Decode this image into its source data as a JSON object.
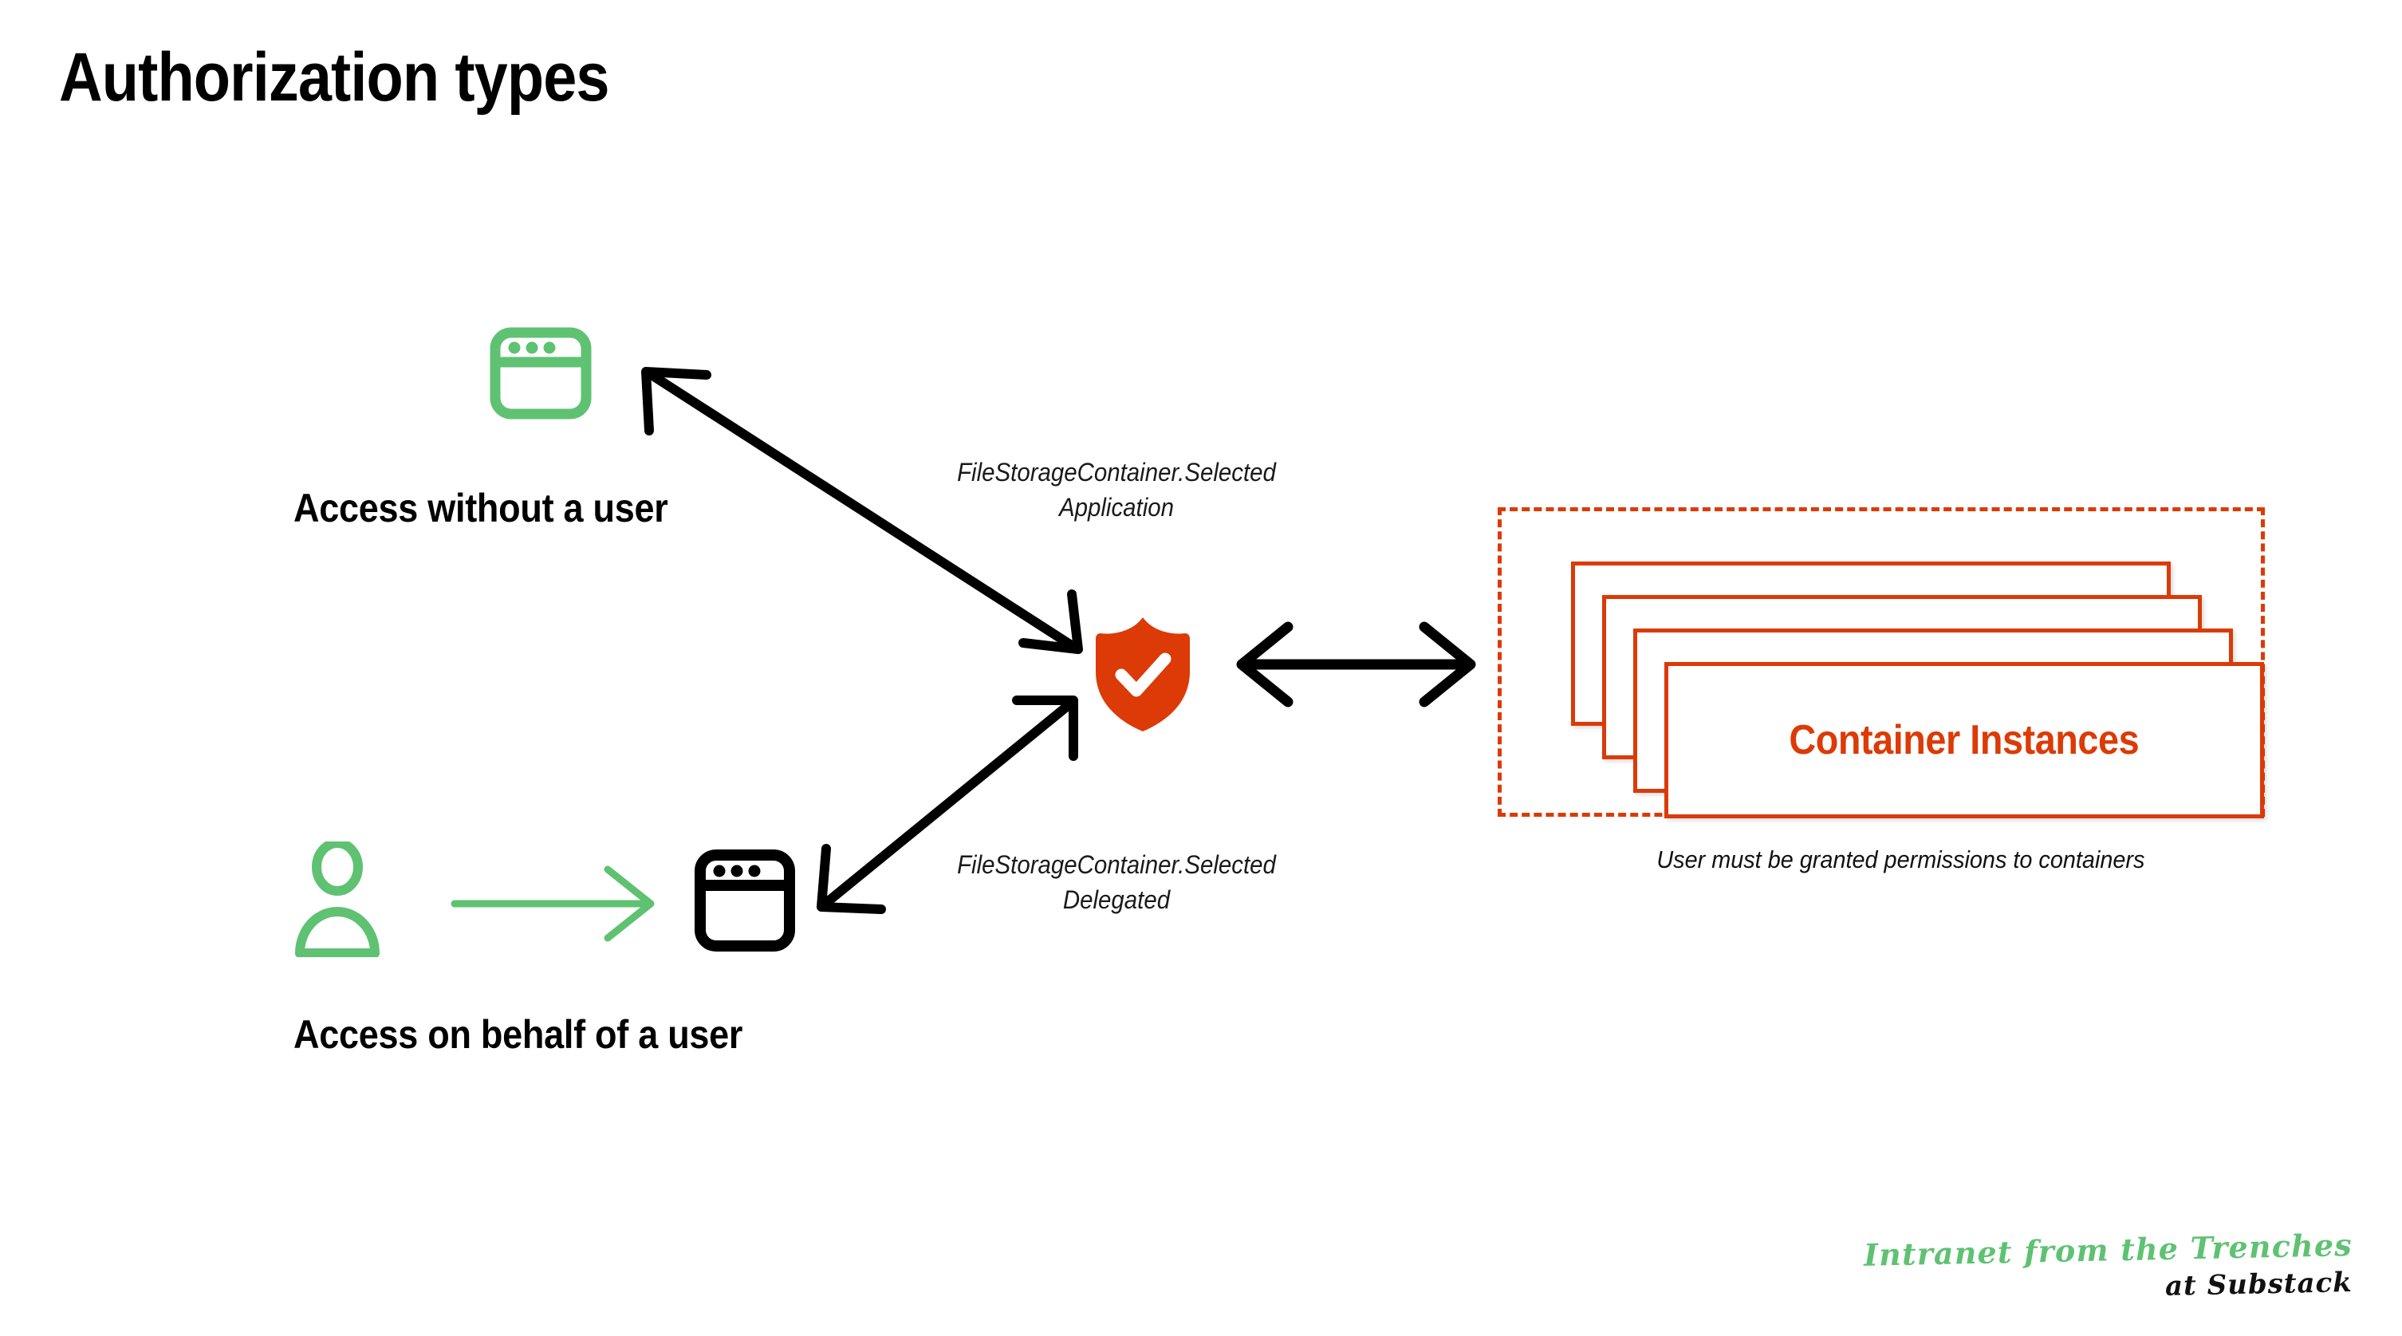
{
  "slide": {
    "title": "Authorization types",
    "background_color": "#FFFFFF"
  },
  "colors": {
    "green": "#5FC272",
    "orange": "#DC3A06",
    "black": "#000000",
    "white": "#FFFFFF"
  },
  "branches": {
    "application": {
      "label": "Access without a user",
      "icon": "browser-window-green",
      "scope_line1": "FileStorageContainer.Selected",
      "scope_line2": "Application"
    },
    "delegated": {
      "label": "Access on behalf of a user",
      "user_icon": "person-icon-green",
      "flow_arrow": "arrow-right-green",
      "icon": "browser-window-black",
      "scope_line1": "FileStorageContainer.Selected",
      "scope_line2": "Delegated"
    }
  },
  "authority": {
    "icon": "shield-check-icon",
    "icon_color": "#DC3A06",
    "check_color": "#FFFFFF"
  },
  "containers": {
    "title": "Container Instances",
    "caption": "User must be granted permissions to containers",
    "instance_count": 4,
    "frame_style": "dashed",
    "frame_color": "#DC3A06"
  },
  "arrows": {
    "app_to_shield": "double-headed-arrow-black",
    "delegated_to_shield": "double-headed-arrow-black",
    "shield_to_containers": "double-headed-arrow-black",
    "user_to_browser": "single-arrow-green"
  },
  "branding": {
    "line1": "Intranet from the Trenches",
    "line2": "at Substack"
  }
}
